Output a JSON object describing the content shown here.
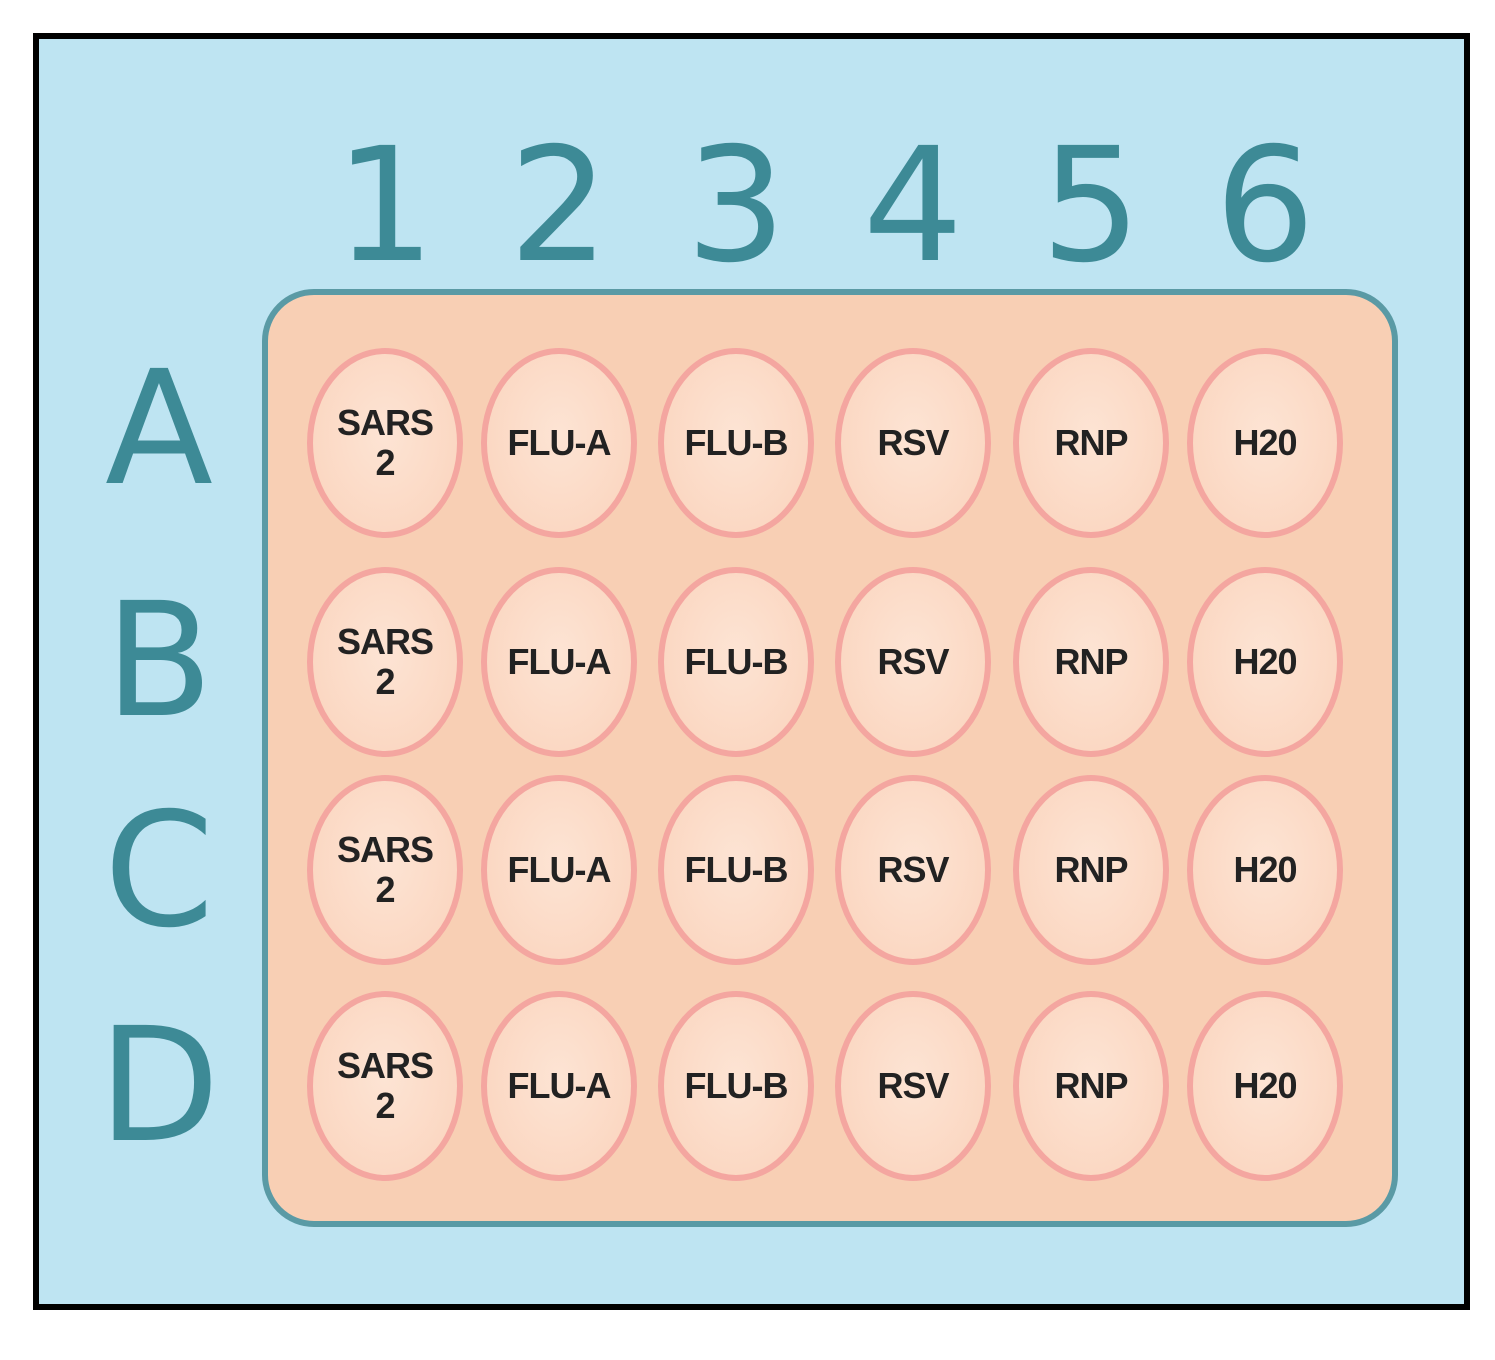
{
  "colors": {
    "background": "#bee4f2",
    "frame_border": "#000000",
    "plate_fill": "#f8cfb4",
    "plate_border": "#5a9aa5",
    "well_fill": "#fbd8c3",
    "well_border": "#f4a6a0",
    "axis_label": "#3d8a96",
    "well_text": "#222222"
  },
  "columns": [
    "1",
    "2",
    "3",
    "4",
    "5",
    "6"
  ],
  "rows": [
    "A",
    "B",
    "C",
    "D"
  ],
  "wells": [
    [
      "SARS\n2",
      "FLU-A",
      "FLU-B",
      "RSV",
      "RNP",
      "H20"
    ],
    [
      "SARS\n2",
      "FLU-A",
      "FLU-B",
      "RSV",
      "RNP",
      "H20"
    ],
    [
      "SARS\n2",
      "FLU-A",
      "FLU-B",
      "RSV",
      "RNP",
      "H20"
    ],
    [
      "SARS\n2",
      "FLU-A",
      "FLU-B",
      "RSV",
      "RNP",
      "H20"
    ]
  ]
}
